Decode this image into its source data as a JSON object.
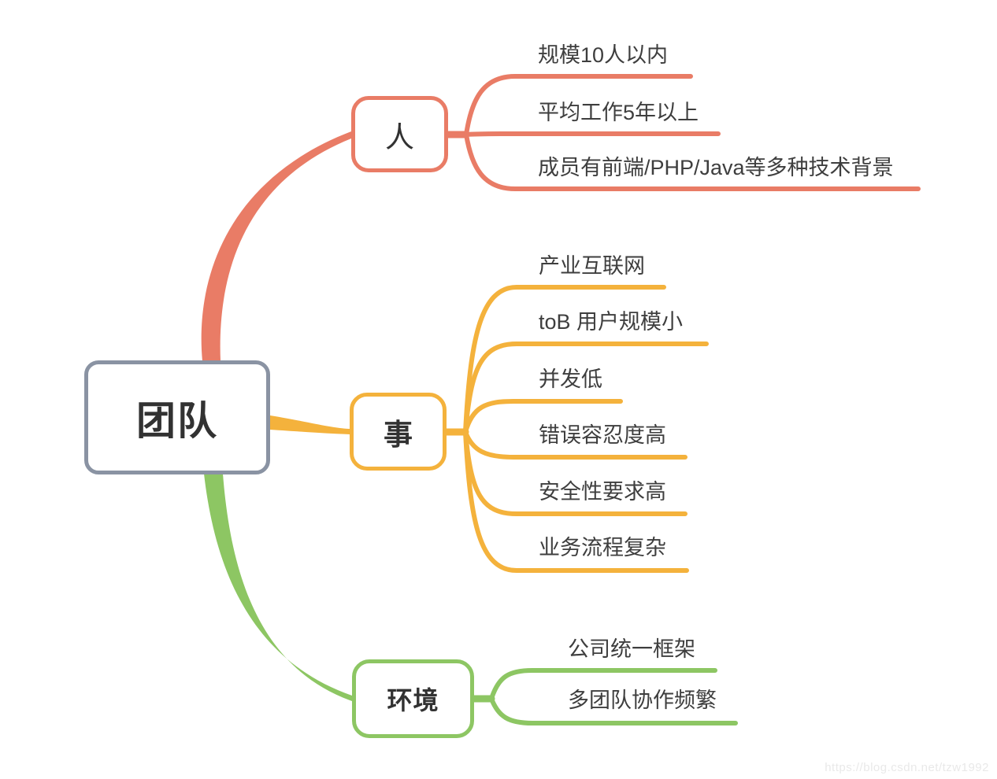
{
  "mindmap": {
    "root": {
      "label": "团队"
    },
    "branches": [
      {
        "id": "people",
        "label": "人",
        "color": "#E97C66",
        "children": [
          "规模10人以内",
          "平均工作5年以上",
          "成员有前端/PHP/Java等多种技术背景"
        ]
      },
      {
        "id": "work",
        "label": "事",
        "color": "#F4B23C",
        "children": [
          "产业互联网",
          "toB 用户规模小",
          "并发低",
          "错误容忍度高",
          "安全性要求高",
          "业务流程复杂"
        ]
      },
      {
        "id": "environment",
        "label": "环境",
        "color": "#8DC663",
        "children": [
          "公司统一框架",
          "多团队协作频繁"
        ]
      }
    ]
  },
  "colors": {
    "root_border": "#8A93A3",
    "people_branch": "#E97C66",
    "work_branch": "#F4B23C",
    "environment_branch": "#8DC663",
    "node_text": "#323232",
    "leaf_text": "#3E3E3E"
  },
  "watermark": {
    "text": "https://blog.csdn.net/tzw1992"
  }
}
